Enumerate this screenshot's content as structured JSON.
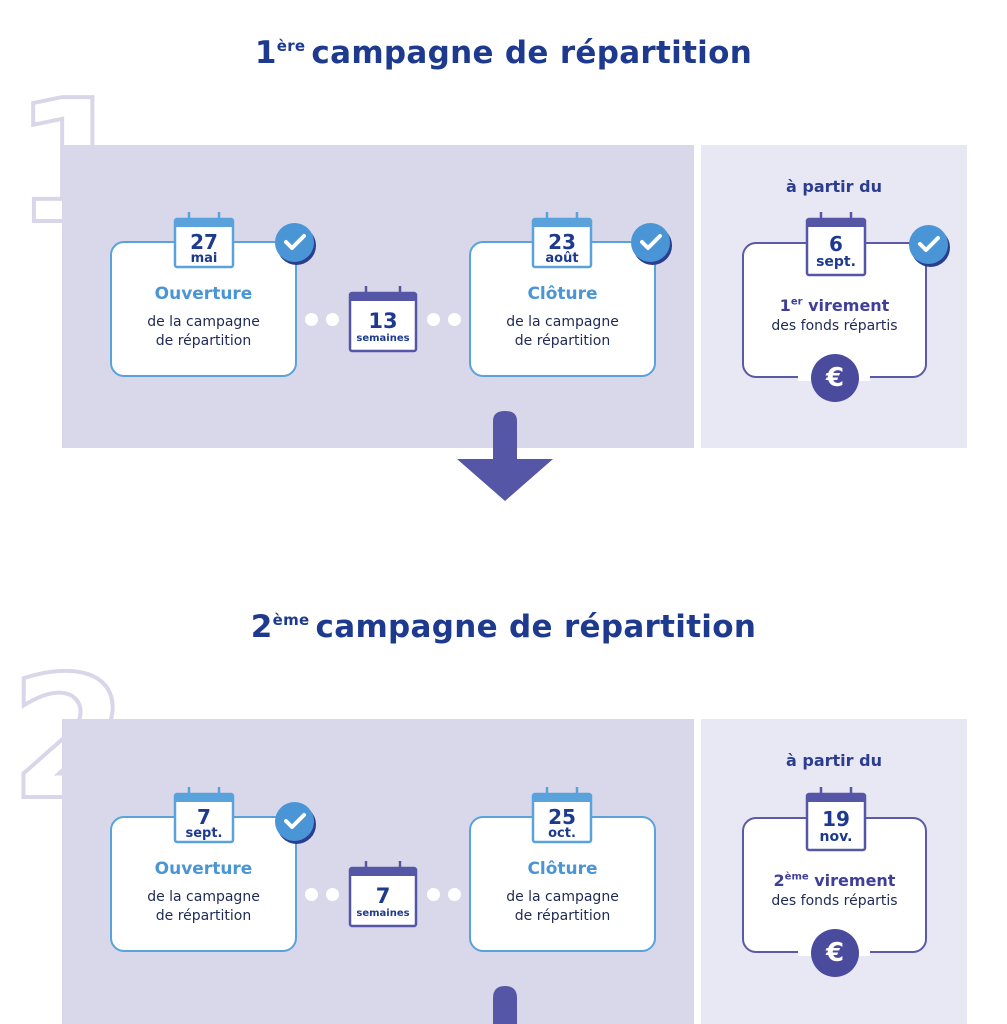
{
  "campaign1": {
    "title_num": "1",
    "title_sup": "ère",
    "title_text": "campagne de répartition",
    "big_number": "1",
    "opening": {
      "day": "27",
      "month": "mai",
      "head": "Ouverture",
      "line1": "de la campagne",
      "line2": "de répartition"
    },
    "duration": {
      "value": "13",
      "unit": "semaines"
    },
    "closing": {
      "day": "23",
      "month": "août",
      "head": "Clôture",
      "line1": "de la campagne",
      "line2": "de répartition"
    },
    "payment": {
      "from_label": "à partir du",
      "day": "6",
      "month": "sept.",
      "ord_num": "1",
      "ord_sup": "er",
      "head": "virement",
      "line": "des fonds répartis",
      "currency": "€"
    }
  },
  "campaign2": {
    "title_num": "2",
    "title_sup": "ème",
    "title_text": "campagne de répartition",
    "big_number": "2",
    "opening": {
      "day": "7",
      "month": "sept.",
      "head": "Ouverture",
      "line1": "de la campagne",
      "line2": "de répartition"
    },
    "duration": {
      "value": "7",
      "unit": "semaines"
    },
    "closing": {
      "day": "25",
      "month": "oct.",
      "head": "Clôture",
      "line1": "de la campagne",
      "line2": "de répartition"
    },
    "payment": {
      "from_label": "à partir du",
      "day": "19",
      "month": "nov.",
      "ord_num": "2",
      "ord_sup": "ème",
      "head": "virement",
      "line": "des fonds répartis",
      "currency": "€"
    }
  },
  "colors": {
    "title": "#1d3a8f",
    "band_left": "#d9d8ea",
    "band_right": "#e8e7f4",
    "card_border": "#5aa2dc",
    "pay_border": "#5a5aa8",
    "check": "#4a95d6",
    "arrow": "#5656a6"
  },
  "icons": [
    "calendar-icon",
    "check-icon",
    "euro-icon",
    "down-arrow-icon"
  ]
}
